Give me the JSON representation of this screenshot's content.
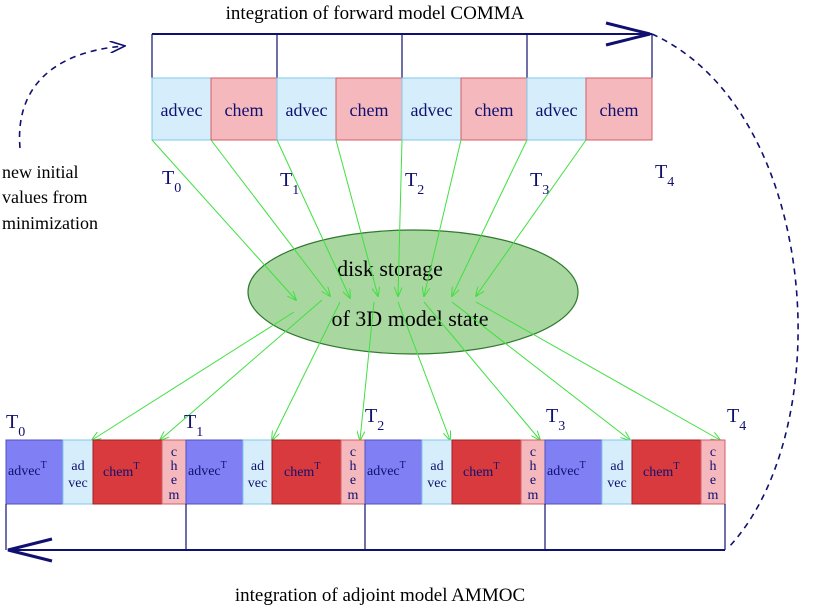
{
  "top": {
    "title": "integration of forward model COMMA",
    "steps": [
      {
        "advec": "advec",
        "chem": "chem"
      },
      {
        "advec": "advec",
        "chem": "chem"
      },
      {
        "advec": "advec",
        "chem": "chem"
      },
      {
        "advec": "advec",
        "chem": "chem"
      }
    ],
    "time_labels": [
      {
        "t": "T",
        "sub": "0"
      },
      {
        "t": "T",
        "sub": "1"
      },
      {
        "t": "T",
        "sub": "2"
      },
      {
        "t": "T",
        "sub": "3"
      },
      {
        "t": "T",
        "sub": "4"
      }
    ]
  },
  "side_note": [
    "new initial",
    "values from",
    "minimization"
  ],
  "storage": {
    "line1": "disk storage",
    "line2": "of 3D model state"
  },
  "bottom": {
    "title": "integration of adjoint model AMMOC",
    "steps": [
      {
        "advecT": "advec",
        "advecT_sup": "T",
        "advec_a": "ad",
        "advec_b": "vec",
        "chemT": "chem",
        "chemT_sup": "T",
        "chem_letters": [
          "c",
          "h",
          "e",
          "m"
        ]
      },
      {
        "advecT": "advec",
        "advecT_sup": "T",
        "advec_a": "ad",
        "advec_b": "vec",
        "chemT": "chem",
        "chemT_sup": "T",
        "chem_letters": [
          "c",
          "h",
          "e",
          "m"
        ]
      },
      {
        "advecT": "advec",
        "advecT_sup": "T",
        "advec_a": "ad",
        "advec_b": "vec",
        "chemT": "chem",
        "chemT_sup": "T",
        "chem_letters": [
          "c",
          "h",
          "e",
          "m"
        ]
      },
      {
        "advecT": "advec",
        "advecT_sup": "T",
        "advec_a": "ad",
        "advec_b": "vec",
        "chemT": "chem",
        "chemT_sup": "T",
        "chem_letters": [
          "c",
          "h",
          "e",
          "m"
        ]
      }
    ],
    "time_labels": [
      {
        "t": "T",
        "sub": "0"
      },
      {
        "t": "T",
        "sub": "1"
      },
      {
        "t": "T",
        "sub": "2"
      },
      {
        "t": "T",
        "sub": "3"
      },
      {
        "t": "T",
        "sub": "4"
      }
    ]
  },
  "colors": {
    "advec": "#d6eefb",
    "chem": "#f5b8bc",
    "advecT": "#8080f4",
    "chemT": "#d83a3e",
    "chem_small": "#f5b8bc",
    "ellipse_fill": "#a8d8a0",
    "ellipse_stroke": "#2e7a2e",
    "arrow_green": "#40e040",
    "navy": "#101070"
  }
}
